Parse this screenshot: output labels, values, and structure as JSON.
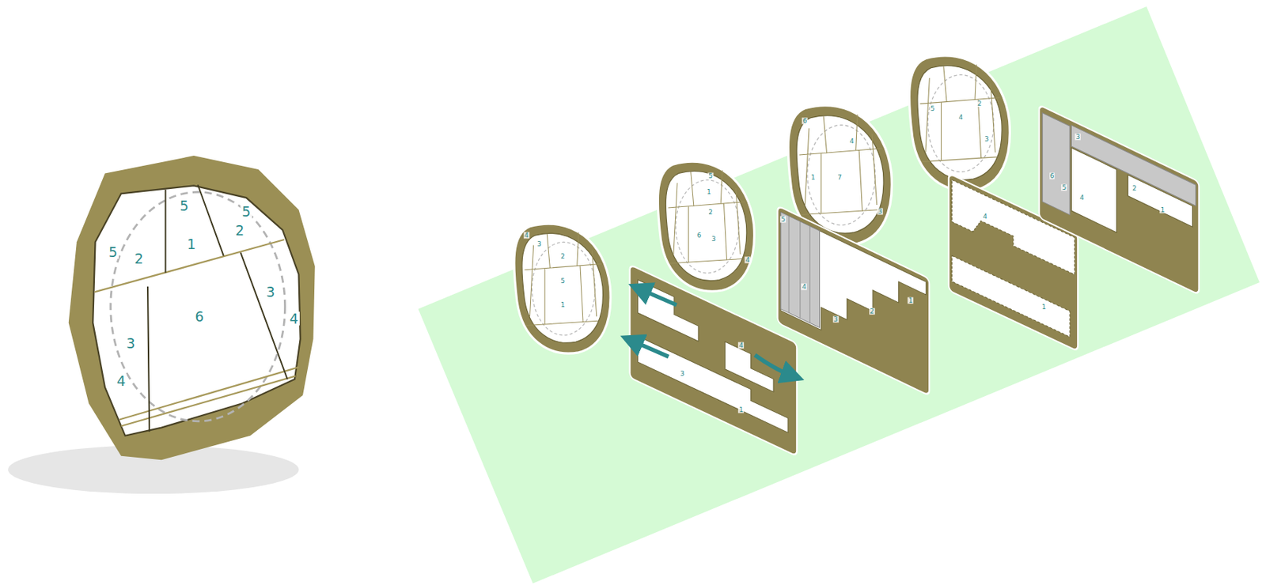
{
  "diagram": {
    "labels": [
      "5",
      "5",
      "5",
      "1",
      "2",
      "2",
      "3",
      "6",
      "3",
      "4",
      "4",
      "4",
      "3",
      "2",
      "5",
      "1",
      "4",
      "3",
      "1",
      "5",
      "1",
      "2",
      "6",
      "3",
      "4",
      "5",
      "4",
      "3",
      "2",
      "1",
      "6",
      "4",
      "7",
      "1",
      "3",
      "4",
      "1",
      "5",
      "4",
      "2",
      "3",
      "3",
      "6",
      "5",
      "4",
      "2",
      "1"
    ]
  }
}
